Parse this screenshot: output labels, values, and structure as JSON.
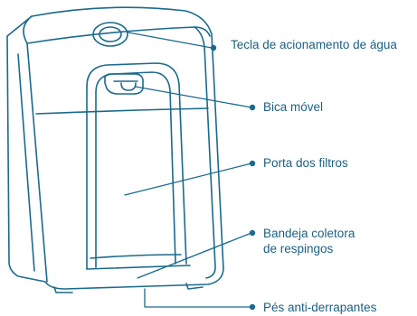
{
  "colors": {
    "outline": "#1b6a8c",
    "text": "#1b5f80",
    "leader": "#1b6a8c",
    "dot": "#1b6a8c"
  },
  "callouts": [
    {
      "id": "water-key",
      "text": "Tecla de acionamento de água"
    },
    {
      "id": "spout",
      "text": "Bica móvel"
    },
    {
      "id": "filter-door",
      "text": "Porta dos filtros"
    },
    {
      "id": "drip-tray",
      "lines": [
        "Bandeja coletora",
        "de respingos"
      ]
    },
    {
      "id": "feet",
      "text": "Pés anti-derrapantes"
    }
  ]
}
